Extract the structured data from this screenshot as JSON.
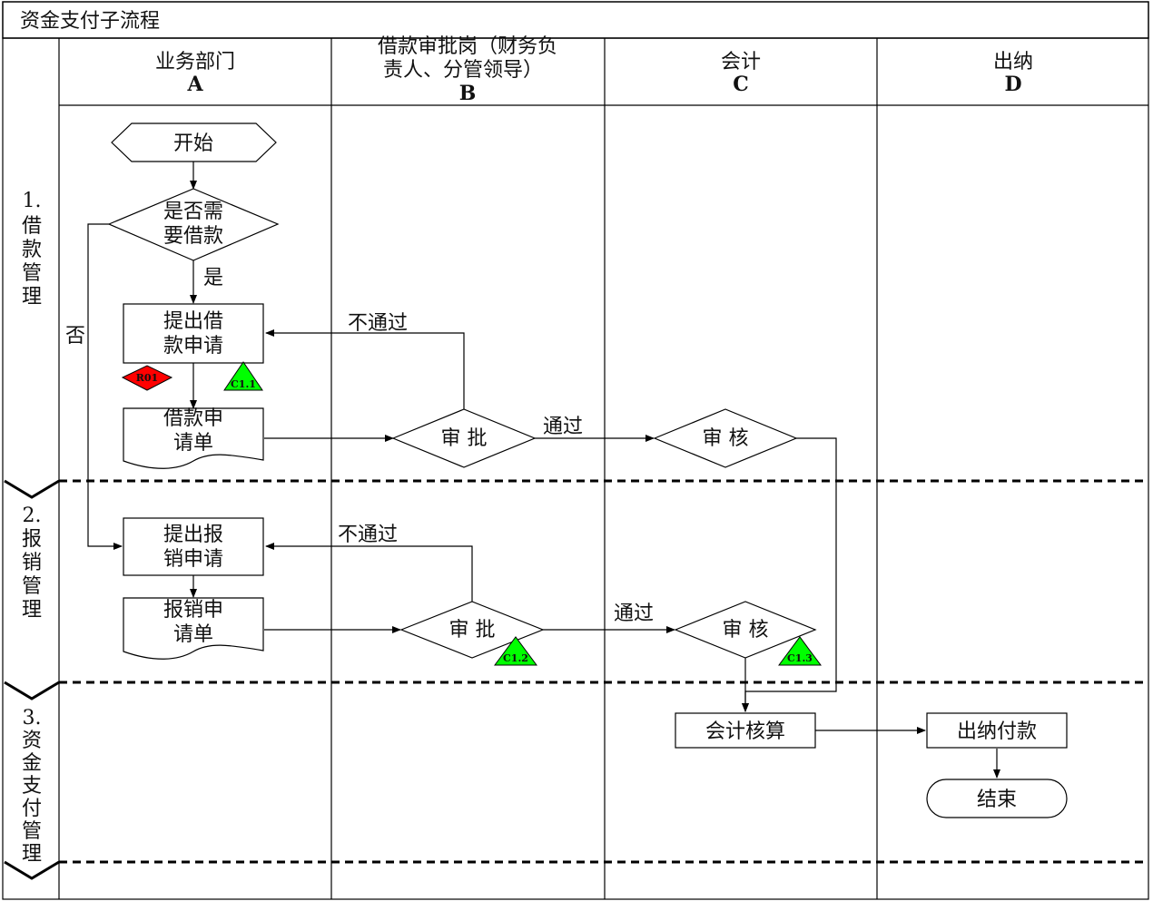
{
  "title": "资金支付子流程",
  "columns": [
    {
      "name": "业务部门",
      "letter": "A"
    },
    {
      "name_line1": "借款审批岗（财务负",
      "name_line2": "责人、分管领导）",
      "letter": "B"
    },
    {
      "name": "会计",
      "letter": "C"
    },
    {
      "name": "出纳",
      "letter": "D"
    }
  ],
  "phases": [
    {
      "number": "1.",
      "chars": [
        "借",
        "款",
        "管",
        "理"
      ]
    },
    {
      "number": "2.",
      "chars": [
        "报",
        "销",
        "管",
        "理"
      ]
    },
    {
      "number": "3.",
      "chars": [
        "资",
        "金",
        "支",
        "付",
        "管",
        "理"
      ]
    }
  ],
  "nodes": {
    "start": "开始",
    "decision_line1": "是否需",
    "decision_line2": "要借款",
    "loan_apply_line1": "提出借",
    "loan_apply_line2": "款申请",
    "loan_form_line1": "借款申",
    "loan_form_line2": "请单",
    "approve1": "审 批",
    "review1": "审 核",
    "reimb_apply_line1": "提出报",
    "reimb_apply_line2": "销申请",
    "reimb_form_line1": "报销申",
    "reimb_form_line2": "请单",
    "approve2": "审 批",
    "review2": "审 核",
    "accounting": "会计核算",
    "payment": "出纳付款",
    "end": "结束"
  },
  "edge_labels": {
    "yes": "是",
    "no": "否",
    "reject1": "不通过",
    "pass1": "通过",
    "reject2": "不通过",
    "pass2": "通过"
  },
  "markers": {
    "risk": "R01",
    "control1": "C1.1",
    "control2": "C1.2",
    "control3": "C1.3"
  },
  "colors": {
    "risk": "#ff0000",
    "control": "#00ff00",
    "line": "#000000"
  }
}
